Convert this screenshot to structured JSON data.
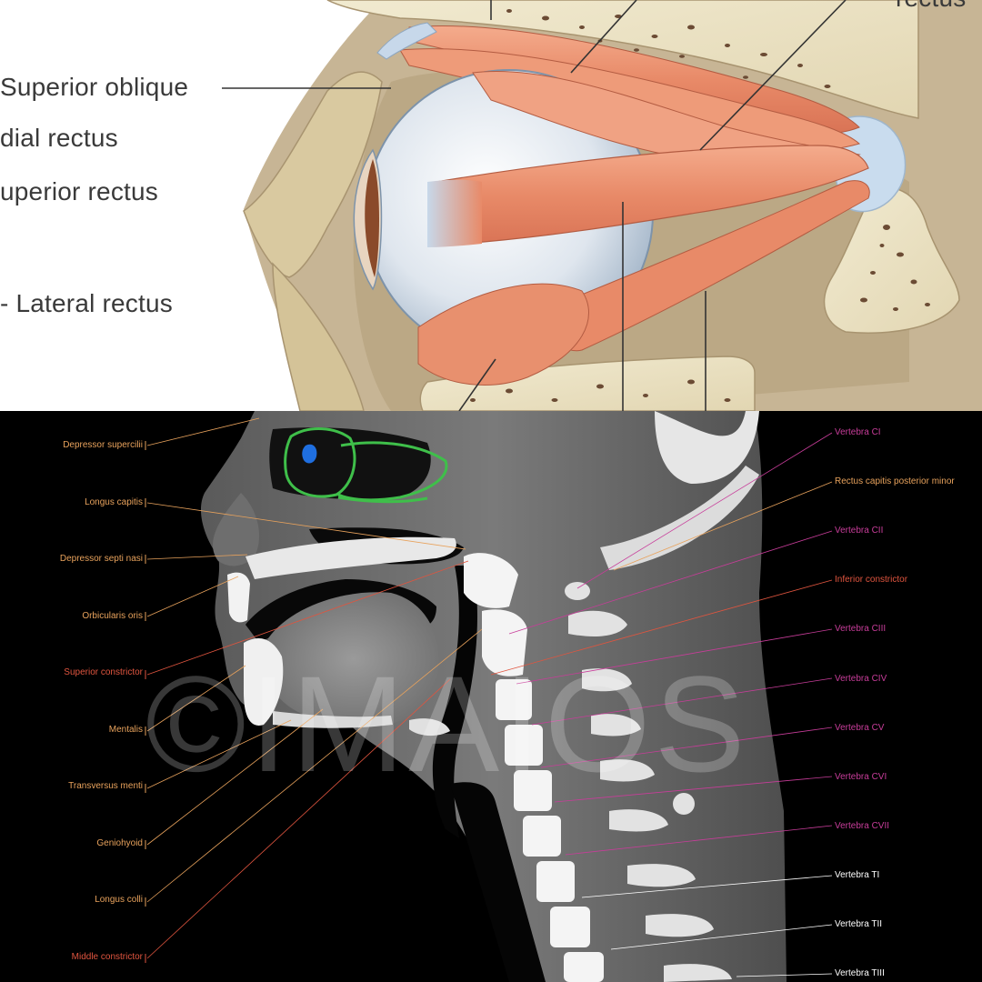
{
  "top_illustration": {
    "labels": [
      {
        "id": "superior-oblique",
        "text": "Superior oblique"
      },
      {
        "id": "medial-rectus",
        "text": "dial rectus"
      },
      {
        "id": "superior-rectus",
        "text": "uperior rectus"
      },
      {
        "id": "lateral-rectus",
        "text": "Lateral rectus"
      },
      {
        "id": "rectus-cut",
        "text": "rectus"
      }
    ]
  },
  "ct_image": {
    "watermark": "©IMAIOS",
    "left_labels": [
      {
        "text": "Depressor supercilii",
        "color": "#e8a25c"
      },
      {
        "text": "Longus capitis",
        "color": "#e8a25c"
      },
      {
        "text": "Depressor septi nasi",
        "color": "#e8a25c"
      },
      {
        "text": "Orbicularis oris",
        "color": "#e8a25c"
      },
      {
        "text": "Superior constrictor",
        "color": "#e0553f"
      },
      {
        "text": "Mentalis",
        "color": "#e8a25c"
      },
      {
        "text": "Transversus menti",
        "color": "#e8a25c"
      },
      {
        "text": "Geniohyoid",
        "color": "#e8a25c"
      },
      {
        "text": "Longus colli",
        "color": "#e8a25c"
      },
      {
        "text": "Middle constrictor",
        "color": "#e0553f"
      }
    ],
    "right_labels": [
      {
        "text": "Vertebra CI",
        "color": "#c83d9a"
      },
      {
        "text": "Rectus capitis posterior minor",
        "color": "#e8a25c"
      },
      {
        "text": "Vertebra CII",
        "color": "#c83d9a"
      },
      {
        "text": "Inferior constrictor",
        "color": "#e0553f"
      },
      {
        "text": "Vertebra CIII",
        "color": "#c83d9a"
      },
      {
        "text": "Vertebra CIV",
        "color": "#c83d9a"
      },
      {
        "text": "Vertebra CV",
        "color": "#c83d9a"
      },
      {
        "text": "Vertebra CVI",
        "color": "#c83d9a"
      },
      {
        "text": "Vertebra CVII",
        "color": "#c83d9a"
      },
      {
        "text": "Vertebra TI",
        "color": "#ffffff"
      },
      {
        "text": "Vertebra TII",
        "color": "#ffffff"
      },
      {
        "text": "Vertebra TIII",
        "color": "#ffffff"
      }
    ]
  }
}
